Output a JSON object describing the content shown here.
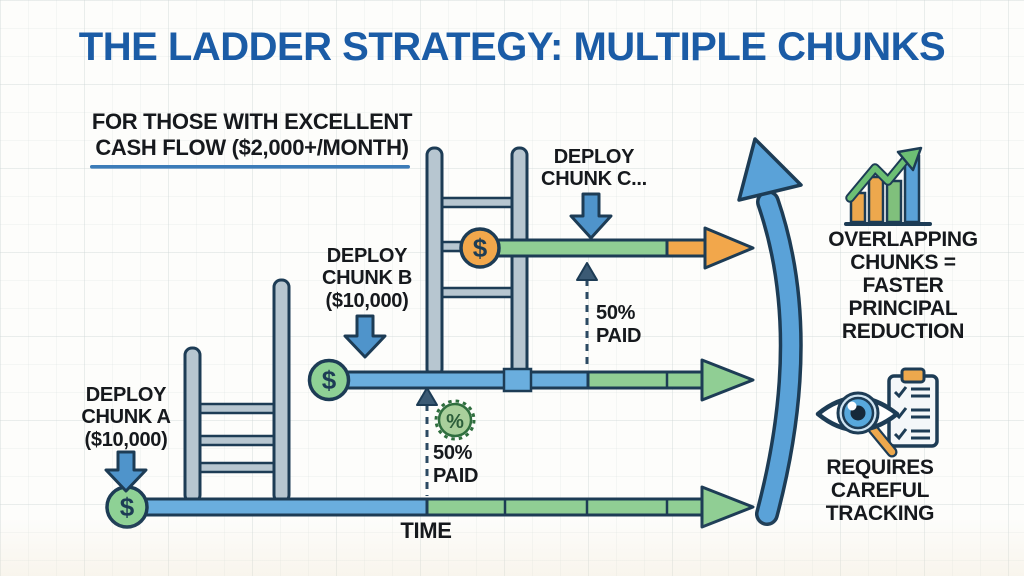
{
  "title": "THE LADDER STRATEGY: MULTIPLE CHUNKS",
  "subtitle": {
    "lines": [
      "FOR THOSE WITH EXCELLENT",
      "CASH FLOW ($2,000+/MONTH)"
    ]
  },
  "chunks": {
    "a": {
      "lines": [
        "DEPLOY",
        "CHUNK A",
        "($10,000)"
      ]
    },
    "b": {
      "lines": [
        "DEPLOY",
        "CHUNK B",
        "($10,000)"
      ]
    },
    "c": {
      "lines": [
        "DEPLOY",
        "CHUNK C..."
      ]
    }
  },
  "annotations": {
    "paid_bottom": {
      "lines": [
        "50%",
        "PAID"
      ]
    },
    "paid_top": {
      "lines": [
        "50%",
        "PAID"
      ]
    },
    "time_label": "TIME"
  },
  "right_panel": {
    "benefit": {
      "lines": [
        "OVERLAPPING",
        "CHUNKS =",
        "FASTER",
        "PRINCIPAL",
        "REDUCTION"
      ]
    },
    "warning": {
      "lines": [
        "REQUIRES",
        "CAREFUL",
        "TRACKING"
      ]
    }
  },
  "icons": {
    "dollar_glyph": "$",
    "percent_glyph": "%"
  },
  "colors": {
    "title_blue": "#1b5ca6",
    "underline_blue": "#3c7cb8",
    "timeline_blue": "#6aaede",
    "timeline_green": "#90ce94",
    "accent_orange": "#f2a74b",
    "deploy_arrow_blue": "#4f94cb",
    "curve_arrow_blue": "#5aa2d8",
    "outline_navy": "#1d3c55",
    "ladder_gray": "#b7c6d0",
    "dollar_circle_green": "#8ed195",
    "badge_green": "#a9cf9b",
    "text_black": "#16191d"
  }
}
